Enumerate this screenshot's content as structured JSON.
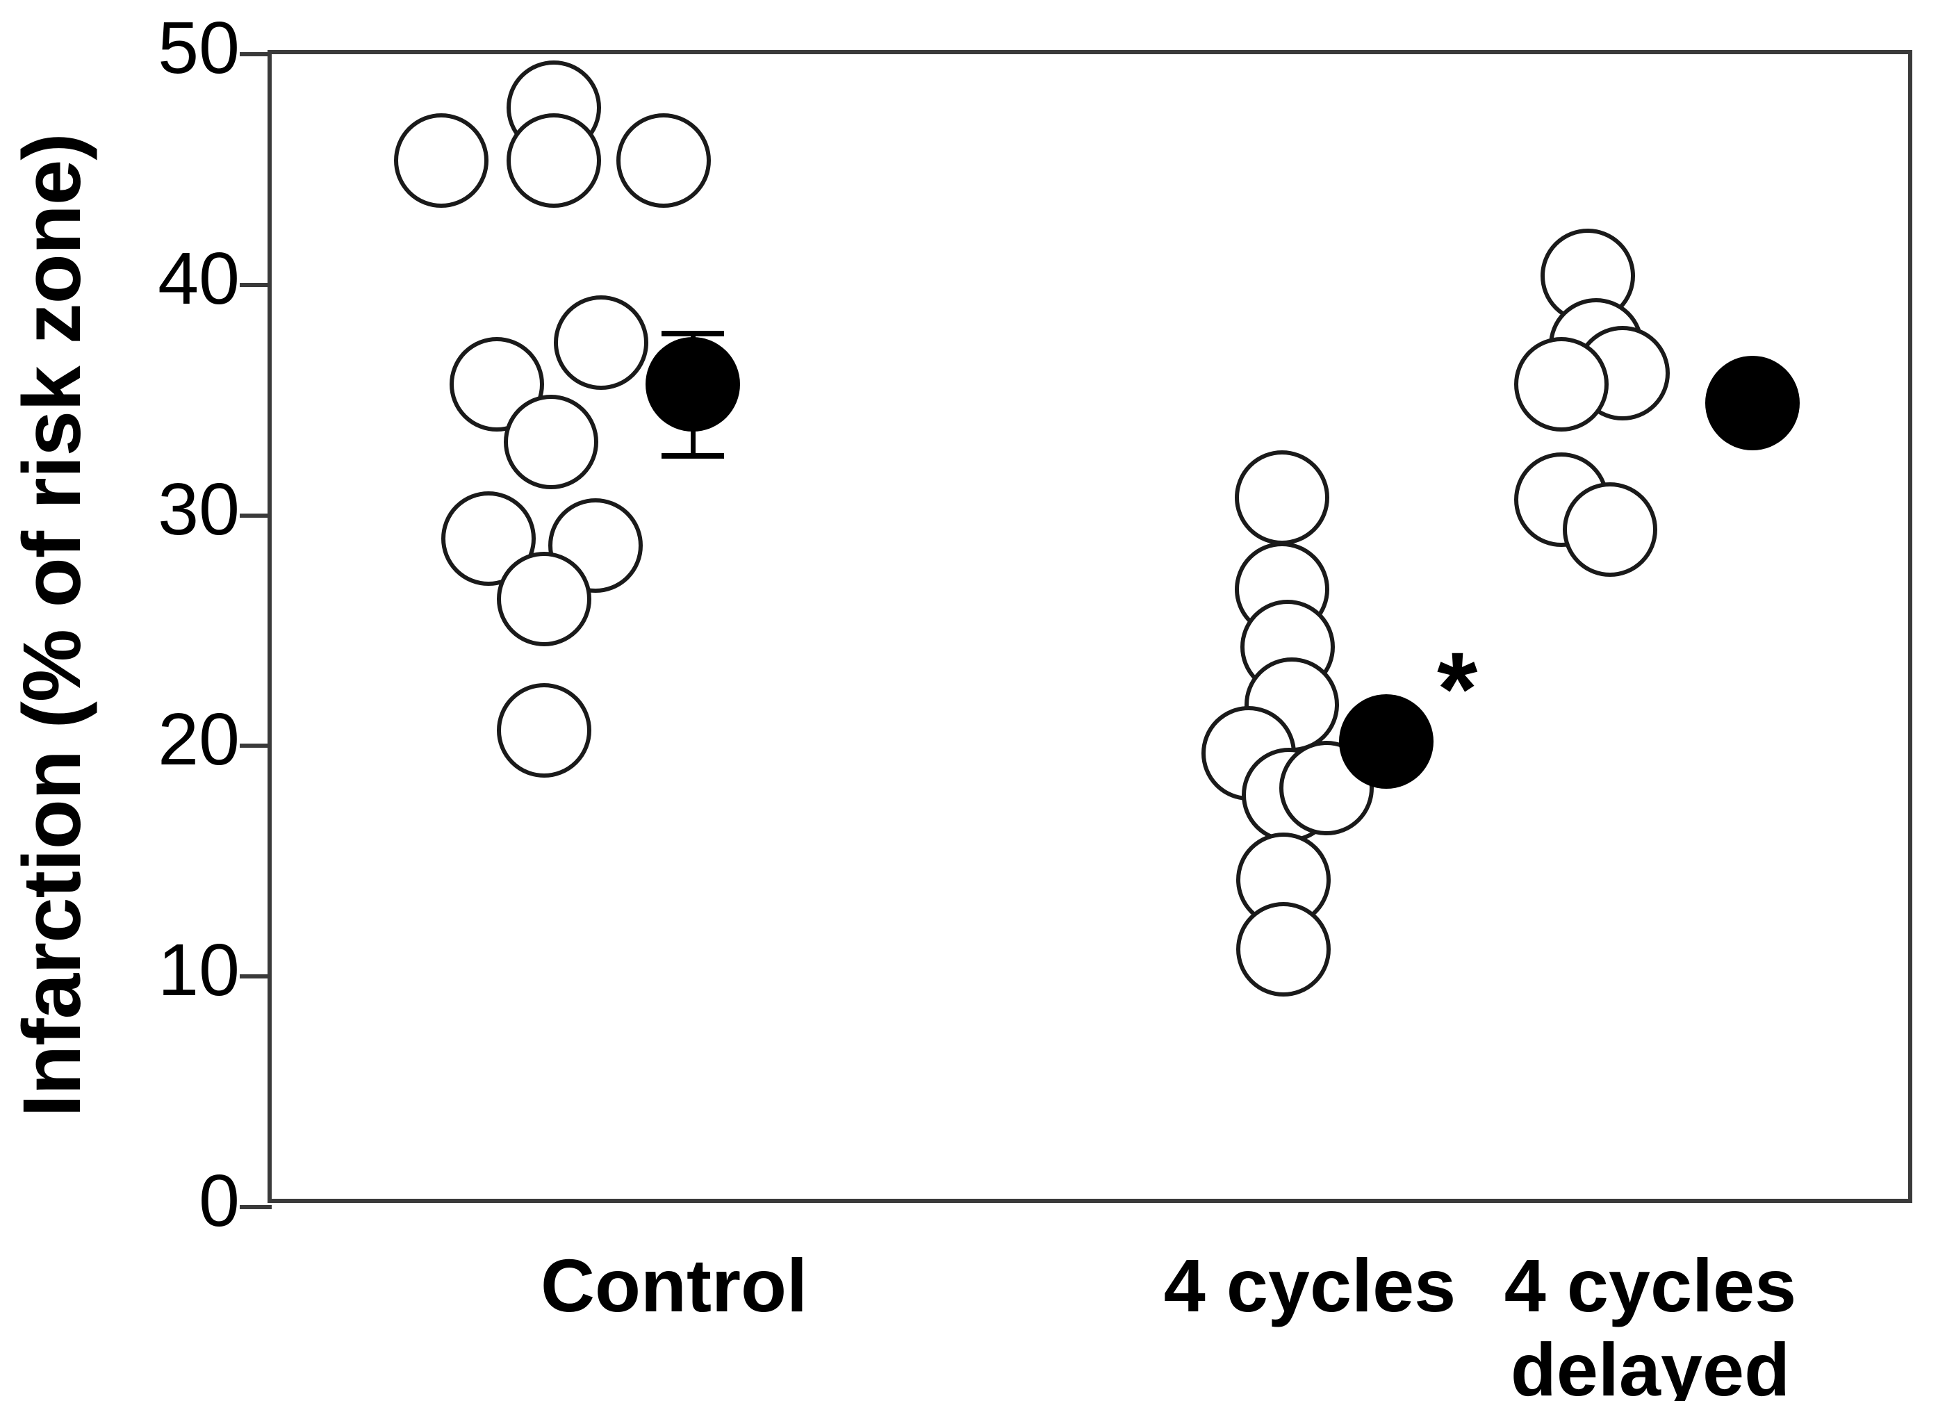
{
  "chart_data": {
    "type": "scatter",
    "title": "",
    "xlabel": "",
    "ylabel": "Infarction (% of risk zone)",
    "ylim": [
      0,
      50
    ],
    "yticks": [
      0,
      10,
      20,
      30,
      40,
      50
    ],
    "ytick_labels": [
      "0",
      "10",
      "20",
      "30",
      "40",
      "50"
    ],
    "grid": false,
    "legend": false,
    "categories": [
      "Control",
      "4 cycles",
      "4 cycles\ndelayed"
    ],
    "annotations": [
      {
        "text": "*",
        "group": "4 cycles",
        "meaning": "significant vs Control",
        "y": 22.3
      }
    ],
    "series": [
      {
        "name": "Control",
        "marker": "open-circle",
        "individual_values": [
          45.2,
          47.5,
          45.2,
          45.2,
          35.5,
          37.5,
          33.0,
          28.8,
          28.5,
          26.2,
          20.5
        ],
        "mean": 35.5,
        "sem": 1.6,
        "n": 11
      },
      {
        "name": "4 cycles",
        "marker": "open-circle",
        "individual_values": [
          30.5,
          26.5,
          24.0,
          21.5,
          19.5,
          17.5,
          18.0,
          14.0,
          11.0
        ],
        "mean": 20.0,
        "sem": 0.0,
        "n": 9,
        "significant": true
      },
      {
        "name": "4 cycles delayed",
        "marker": "open-circle",
        "individual_values": [
          40.2,
          37.2,
          35.8,
          35.5,
          30.5,
          29.2
        ],
        "mean": 34.7,
        "sem": 0.0,
        "n": 6
      }
    ],
    "mean_marker": "filled-circle",
    "colors": {
      "open_marker_stroke": "#1a1a1a",
      "open_marker_fill": "#ffffff",
      "filled_marker": "#000000",
      "axis": "#3a3a3a",
      "text": "#000000",
      "background": "#ffffff"
    }
  },
  "axis": {
    "y_title": "Infarction (% of risk zone)",
    "y_ticks": [
      {
        "label": "50",
        "value": 50
      },
      {
        "label": "40",
        "value": 40
      },
      {
        "label": "30",
        "value": 30
      },
      {
        "label": "20",
        "value": 20
      },
      {
        "label": "10",
        "value": 10
      },
      {
        "label": "0",
        "value": 0
      }
    ],
    "x_labels": [
      {
        "label": "Control"
      },
      {
        "label": "4 cycles"
      },
      {
        "label": "4 cycles\ndelayed"
      }
    ]
  },
  "markers": {
    "control_open": [
      {
        "x": 250,
        "y": 45.2
      },
      {
        "x": 412,
        "y": 47.5
      },
      {
        "x": 412,
        "y": 45.2
      },
      {
        "x": 570,
        "y": 45.2
      },
      {
        "x": 330,
        "y": 35.5
      },
      {
        "x": 480,
        "y": 37.3
      },
      {
        "x": 408,
        "y": 33.0
      },
      {
        "x": 318,
        "y": 28.8
      },
      {
        "x": 472,
        "y": 28.5
      },
      {
        "x": 398,
        "y": 26.2
      },
      {
        "x": 398,
        "y": 20.5
      }
    ],
    "control_mean": {
      "x": 612,
      "y": 35.5,
      "err_up": 1.6,
      "err_down": 2.5
    },
    "cycles4_open": [
      {
        "x": 1460,
        "y": 30.6
      },
      {
        "x": 1460,
        "y": 26.6
      },
      {
        "x": 1468,
        "y": 24.1
      },
      {
        "x": 1474,
        "y": 21.6
      },
      {
        "x": 1412,
        "y": 19.5
      },
      {
        "x": 1470,
        "y": 17.7
      },
      {
        "x": 1524,
        "y": 18.0
      },
      {
        "x": 1462,
        "y": 14.0
      },
      {
        "x": 1462,
        "y": 11.0
      }
    ],
    "cycles4_mean": {
      "x": 1610,
      "y": 20.0
    },
    "cycles4_star": {
      "x": 1718,
      "y": 22.3
    },
    "delayed_open": [
      {
        "x": 1900,
        "y": 40.2
      },
      {
        "x": 1912,
        "y": 37.2
      },
      {
        "x": 1950,
        "y": 36.0
      },
      {
        "x": 1862,
        "y": 35.5
      },
      {
        "x": 1862,
        "y": 30.5
      },
      {
        "x": 1932,
        "y": 29.2
      }
    ],
    "delayed_mean": {
      "x": 2137,
      "y": 34.7
    }
  }
}
